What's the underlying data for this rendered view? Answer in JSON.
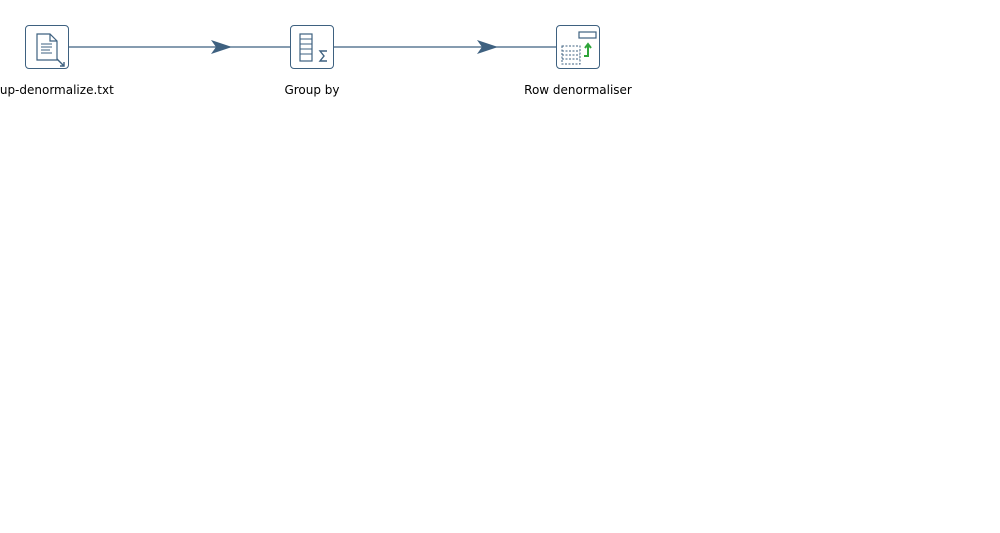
{
  "canvas": {
    "background": "#ffffff",
    "line_color": "#3e6180",
    "accent_green": "#2fa53a"
  },
  "steps": [
    {
      "label": "group-denormalize.txt",
      "icon": "text-file-input-icon"
    },
    {
      "label": "Group by",
      "icon": "group-by-sigma-icon"
    },
    {
      "label": "Row denormaliser",
      "icon": "row-denormaliser-icon"
    }
  ],
  "hops": [
    {
      "from": "group-denormalize.txt",
      "to": "Group by"
    },
    {
      "from": "Group by",
      "to": "Row denormaliser"
    }
  ]
}
